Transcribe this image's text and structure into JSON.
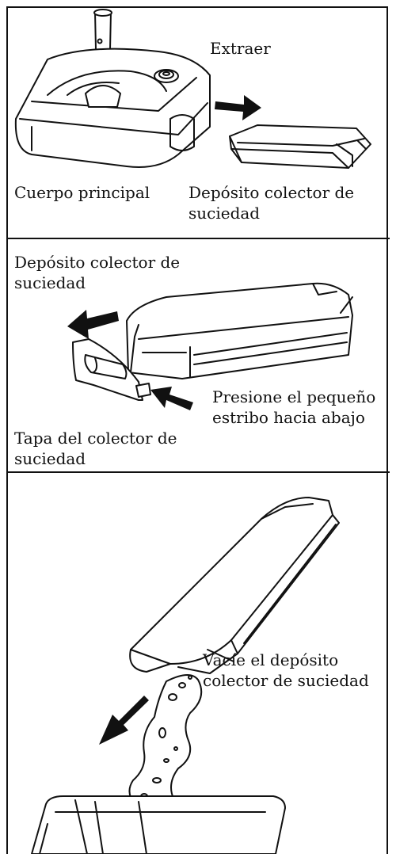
{
  "step1": {
    "extract_label": "Extraer",
    "main_body_label": "Cuerpo principal",
    "dirt_container_label": "Depósito colector de\nsuciedad"
  },
  "step2": {
    "dirt_container_label": "Depósito colector de\nsuciedad",
    "press_label": "Presione el pequeño\nestribo hacia abajo",
    "lid_label": "Tapa del colector de\nsuciedad"
  },
  "step3": {
    "empty_label": "Vacíe el depósito\ncolector de suciedad"
  }
}
